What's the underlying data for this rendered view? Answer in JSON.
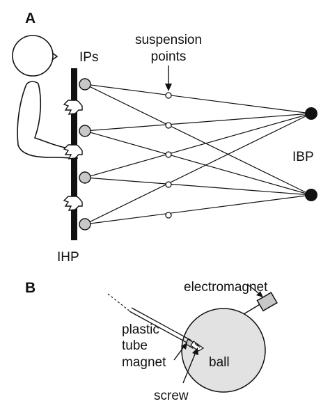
{
  "panel_a": {
    "panel_label": "A",
    "labels": {
      "suspension_line1": "suspension",
      "suspension_line2": "points",
      "ips": "IPs",
      "ibp": "IBP",
      "ihp": "IHP"
    }
  },
  "panel_b": {
    "panel_label": "B",
    "labels": {
      "electromagnet": "electromagnet",
      "plastic": "plastic",
      "tube": "tube",
      "magnet": "magnet",
      "ball": "ball",
      "screw": "screw"
    }
  },
  "colors": {
    "stroke": "#111111",
    "board": "#111111",
    "ip_fill": "#c8c8c8",
    "ball_fill": "#e2e2e2",
    "node_fill": "#ffffff",
    "ibp_fill": "#111111",
    "device_fill": "#c8c8c8"
  },
  "icons": {
    "person": "person-outline-icon",
    "hand": "hand-icon",
    "electromagnet": "electromagnet-box-icon"
  }
}
